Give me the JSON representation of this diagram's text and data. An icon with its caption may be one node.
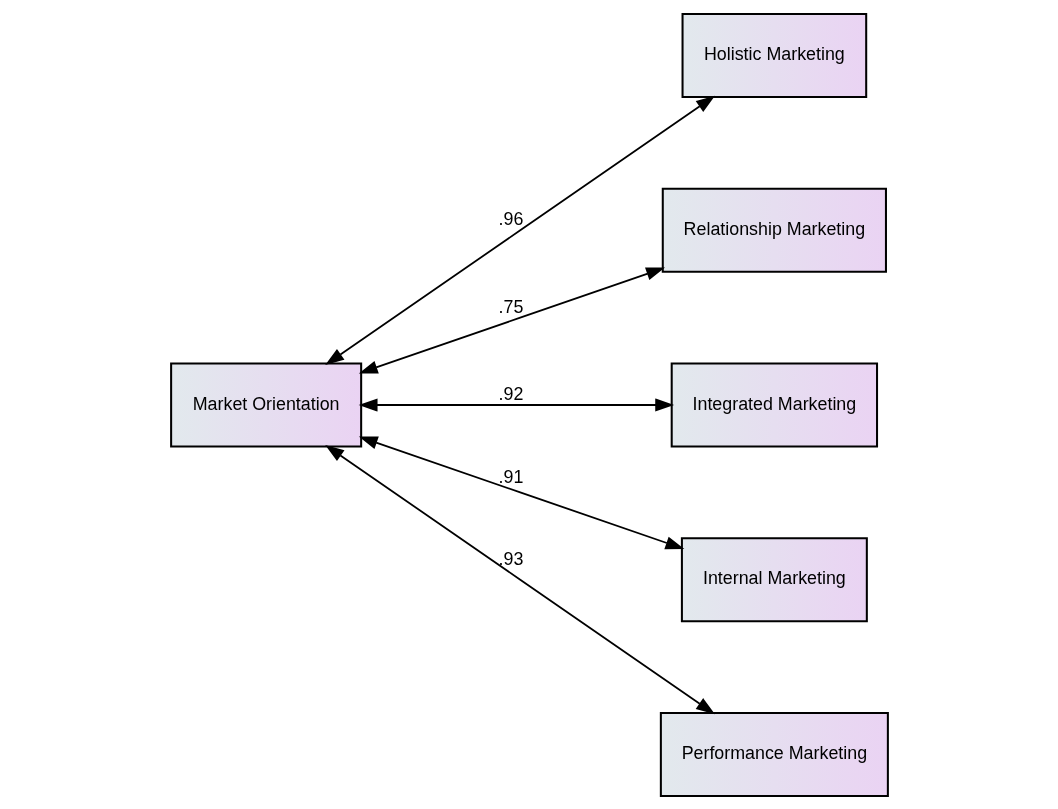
{
  "diagram": {
    "nodes": [
      {
        "text": [
          "Market Orientation"
        ]
      },
      {
        "text": [
          "Holistic Marketing"
        ]
      },
      {
        "text": [
          "Relationship Marketing"
        ]
      },
      {
        "text": [
          "Integrated Marketing"
        ]
      },
      {
        "text": [
          "Internal Marketing"
        ]
      },
      {
        "text": [
          "Performance Marketing"
        ]
      }
    ],
    "edges": [
      {
        "from": 0,
        "to": 1,
        "arrow": "both",
        "label": ".96"
      },
      {
        "from": 0,
        "to": 2,
        "arrow": "both",
        "label": ".75"
      },
      {
        "from": 0,
        "to": 3,
        "arrow": "both",
        "label": ".92"
      },
      {
        "from": 0,
        "to": 4,
        "arrow": "both",
        "label": ".91"
      },
      {
        "from": 0,
        "to": 5,
        "arrow": "both",
        "label": ".93"
      }
    ]
  }
}
